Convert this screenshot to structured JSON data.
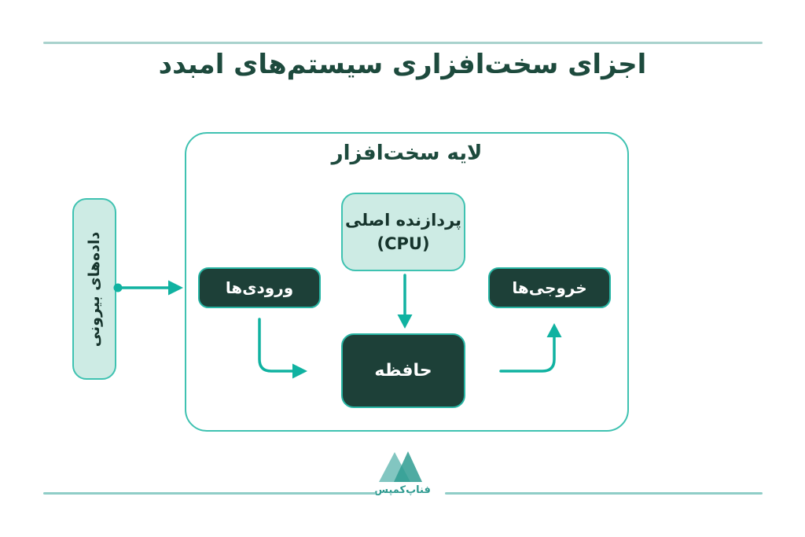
{
  "title": "اجزای سخت‌افزاری سیستم‌های امبدد",
  "hardware_layer": {
    "label": "لایه سخت‌افزار"
  },
  "nodes": {
    "cpu": {
      "line1": "پردازنده اصلی",
      "line2": "(CPU)"
    },
    "inputs": {
      "label": "ورودی‌ها"
    },
    "outputs": {
      "label": "خروجی‌ها"
    },
    "memory": {
      "label": "حافظه"
    },
    "external_data": {
      "label": "داده‌های بیرونی"
    }
  },
  "edges": [
    {
      "from": "external_data",
      "to": "inputs",
      "style": "straight-right"
    },
    {
      "from": "inputs",
      "to": "memory",
      "style": "down-then-right"
    },
    {
      "from": "cpu",
      "to": "memory",
      "style": "straight-down"
    },
    {
      "from": "memory",
      "to": "outputs",
      "style": "right-then-up"
    }
  ],
  "footer": {
    "brand": "فناپ‌کمپس"
  },
  "colors": {
    "dark_node": "#1d4038",
    "mint_node": "#cdebe4",
    "node_border": "#3fc2b1",
    "arrow": "#10b2a1",
    "title_text": "#1d4a3d",
    "divider": "#a9d2cd",
    "brand_text": "#2e9a90",
    "logo_left_triangle": "#63b8b1",
    "logo_right_triangle": "#2f9c92"
  }
}
